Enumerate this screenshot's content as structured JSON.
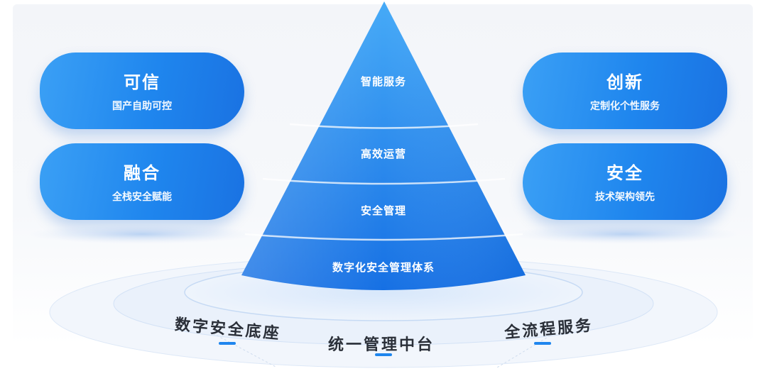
{
  "pillars": {
    "left_top": {
      "title": "可信",
      "subtitle": "国产自助可控"
    },
    "left_bottom": {
      "title": "融合",
      "subtitle": "全栈安全赋能"
    },
    "right_top": {
      "title": "创新",
      "subtitle": "定制化个性服务"
    },
    "right_bottom": {
      "title": "安全",
      "subtitle": "技术架构领先"
    }
  },
  "pyramid": {
    "layers": [
      "智能服务",
      "高效运营",
      "安全管理",
      "数字化安全管理体系"
    ]
  },
  "base": {
    "left": "数字安全底座",
    "center": "统一管理中台",
    "right": "全流程服务"
  },
  "colors": {
    "primary": "#1f86ee",
    "pyramid_top": "#3ca4f6",
    "pyramid_bottom": "#1674e6",
    "ring_light": "#e6f0fc",
    "text_dark": "#2a2f38"
  }
}
